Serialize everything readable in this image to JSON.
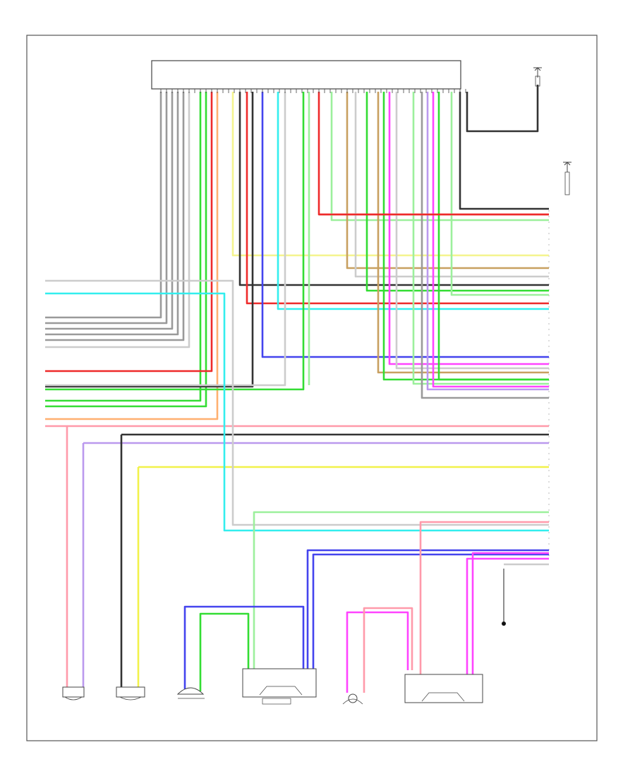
{
  "diagram": {
    "footer_id": "",
    "components": {
      "head_unit": {
        "line1": "",
        "line2": "",
        "line3": ""
      },
      "antenna_left": "",
      "antenna_right": "",
      "amplifier_label_line1": "",
      "amplifier_label_line2": "",
      "ground_label": "",
      "speakers": [
        {
          "id": "right_rear_door",
          "lines": [
            "",
            "",
            ""
          ]
        },
        {
          "id": "left_rear_door",
          "lines": [
            "",
            "",
            ""
          ]
        },
        {
          "id": "right_front_tweeter",
          "lines": [
            "",
            "",
            ""
          ]
        },
        {
          "id": "right_front_door",
          "lines": [
            "",
            ""
          ]
        },
        {
          "id": "left_front_tweeter",
          "lines": [
            "",
            "",
            ""
          ]
        },
        {
          "id": "left_front_door",
          "lines": [
            "",
            ""
          ]
        }
      ]
    },
    "wire_colors": {
      "gray": "#9a9a9a",
      "black": "#333333",
      "red": "#ee2a2a",
      "green": "#33dd33",
      "light_green": "#9cf09c",
      "yellow": "#f2f24a",
      "light_yellow": "#f4f48e",
      "orange": "#ffb070",
      "cyan": "#33eeee",
      "blue": "#4444ee",
      "magenta": "#ff44ff",
      "pink": "#ff9aaa",
      "violet": "#bb99ee",
      "tan": "#c8a060",
      "light_gray": "#cccccc",
      "outline": "#444444"
    }
  }
}
